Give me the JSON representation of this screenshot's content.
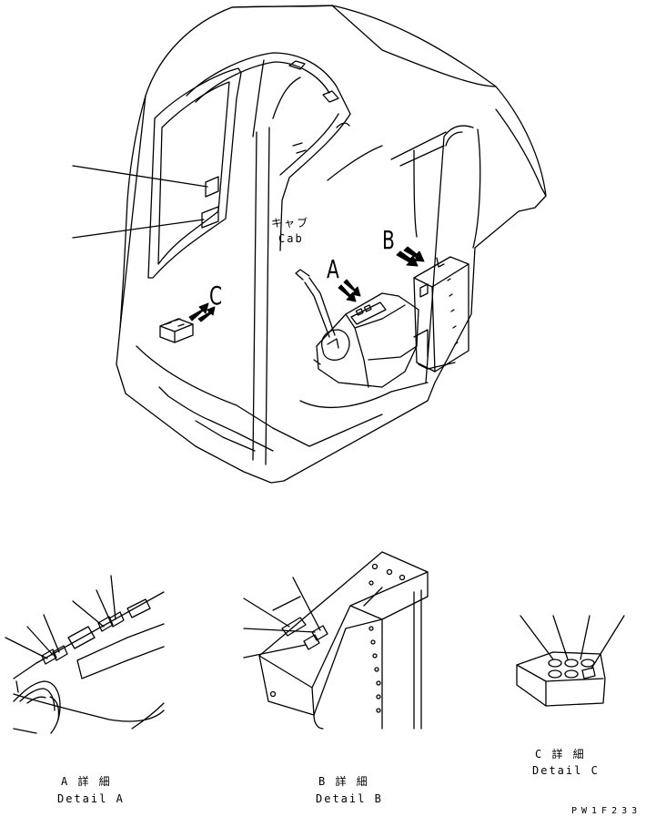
{
  "cab_label": {
    "jp": "キャブ",
    "en": "Cab"
  },
  "view_letters": {
    "a": "A",
    "b": "B",
    "c": "C"
  },
  "details": {
    "a": {
      "jp": "A 詳 細",
      "en": "Detail A"
    },
    "b": {
      "jp": "B 詳 細",
      "en": "Detail B"
    },
    "c": {
      "jp": "C 詳 細",
      "en": "Detail C"
    }
  },
  "drawing_ref": "PW1F233",
  "colors": {
    "line": "#000000",
    "background": "#ffffff"
  }
}
